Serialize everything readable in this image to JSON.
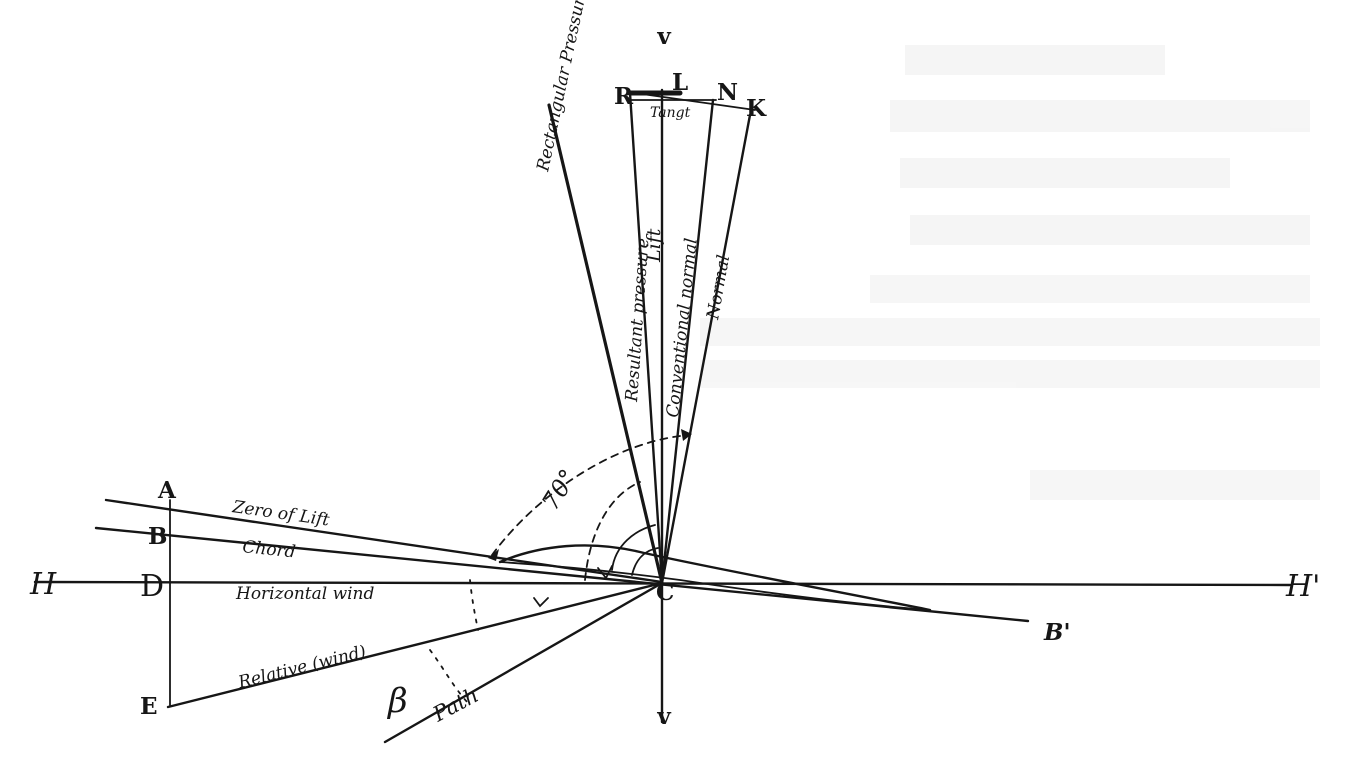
{
  "points": {
    "V_top": "v",
    "V_bottom": "v",
    "R": "R",
    "L": "L",
    "N": "N",
    "K": "K",
    "A": "A",
    "B": "B",
    "D": "D",
    "E": "E",
    "H": "H",
    "H_prime": "H'",
    "B_prime": "B'",
    "C": "C"
  },
  "line_labels": {
    "tangent": "Tangt",
    "rectangular_pressure": "Rectangular Pressure",
    "resultant_pressure": "Resultant pressure",
    "lift": "Lift",
    "conventional_normal": "Conventional normal",
    "normal": "Normal",
    "zero_of_lift": "Zero of Lift",
    "chord": "Chord",
    "horizontal_wind": "Horizontal wind",
    "relative_wind": "Relative (wind)",
    "path": "Path"
  },
  "angle_labels": {
    "seventy_degrees": "70°",
    "beta": "β"
  },
  "colors": {
    "ink": "#161616",
    "paper": "#ffffff"
  }
}
